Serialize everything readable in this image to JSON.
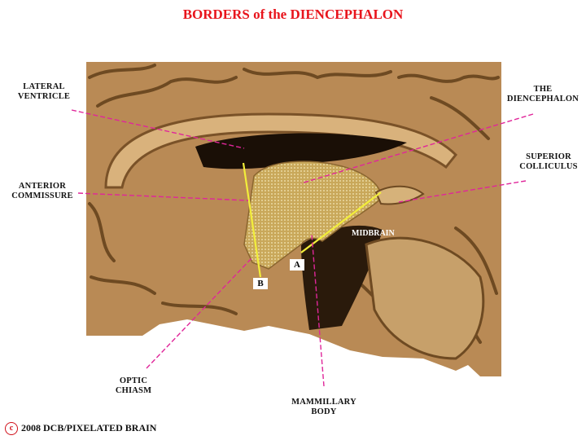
{
  "title": "BORDERS of the DIENCEPHALON",
  "labels": {
    "lateral_ventricle": "LATERAL\nVENTRICLE",
    "anterior_commissure": "ANTERIOR\nCOMMISSURE",
    "optic_chiasm": "OPTIC\nCHIASM",
    "mammillary_body": "MAMMILLARY\nBODY",
    "the_diencephalon": "THE\nDIENCEPHALON",
    "superior_colliculus": "SUPERIOR\nCOLLICULUS",
    "midbrain": "MIDBRAIN",
    "border_a": "A",
    "border_b": "B"
  },
  "credit": {
    "symbol": "c",
    "text": "2008  DCB/PIXELATED BRAIN"
  },
  "colors": {
    "title": "#e8141c",
    "pointer_lines": "#e0269a",
    "border_lines": "#f2ee3a",
    "brain_tissue": "#b98a55",
    "diencephalon_fill": "#d8b868",
    "background": "#ffffff"
  }
}
